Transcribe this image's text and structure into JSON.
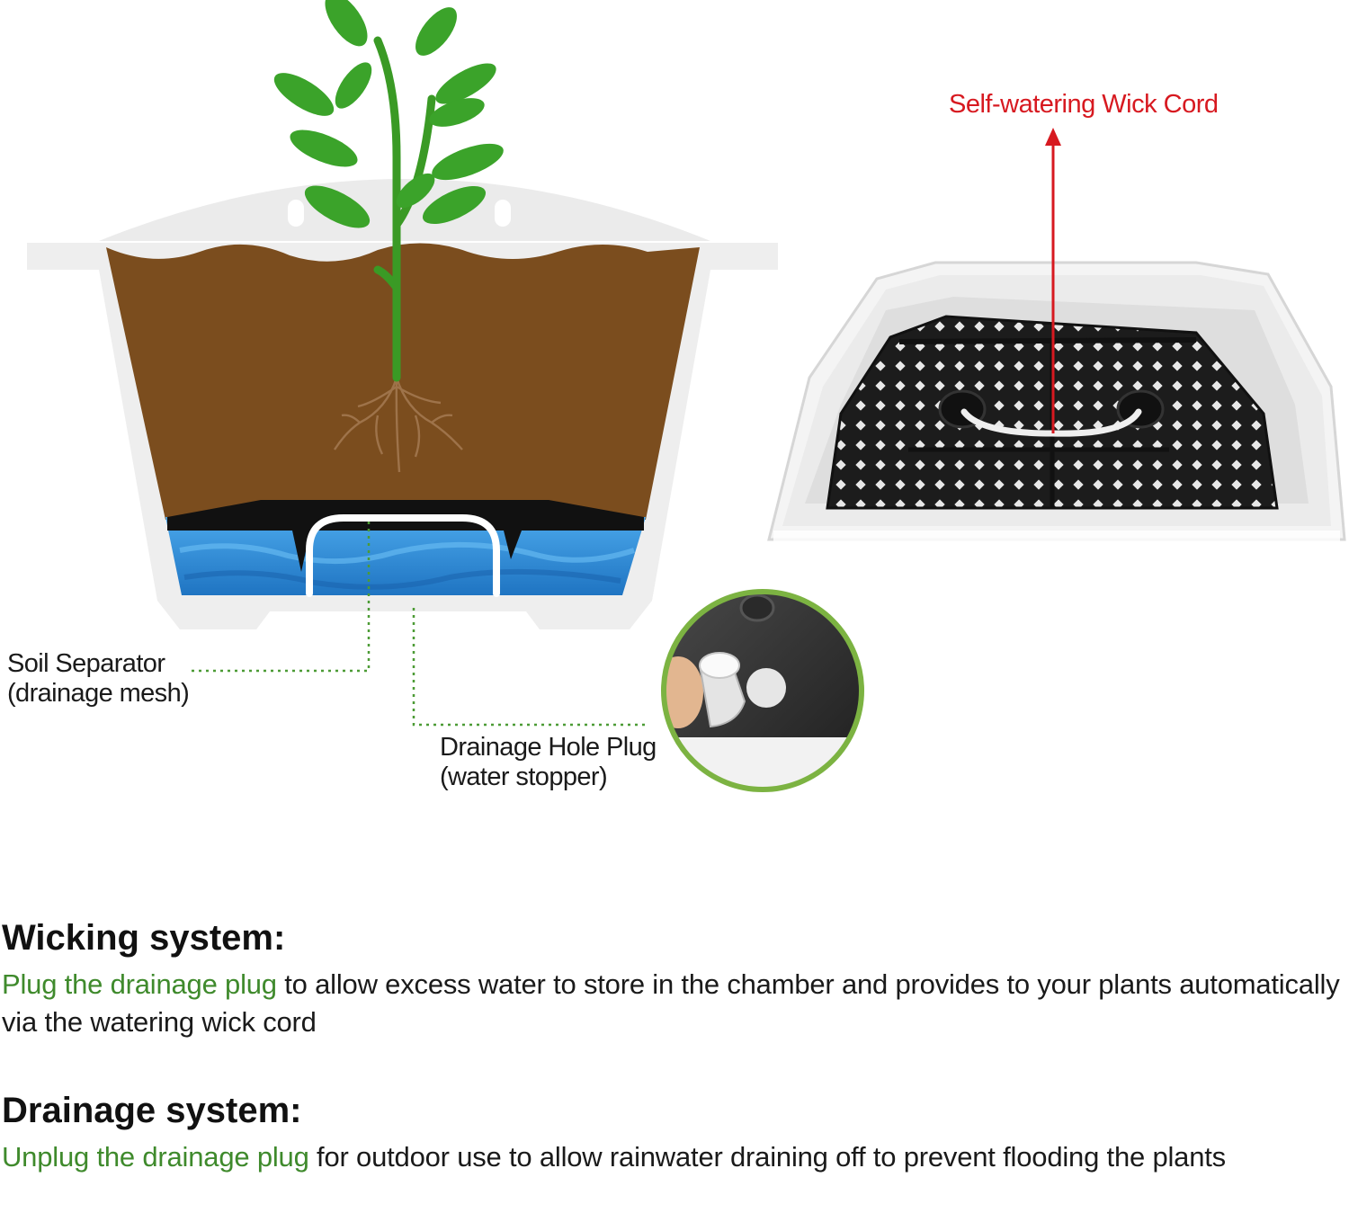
{
  "labels": {
    "wick_cord": "Self-watering Wick Cord",
    "soil_separator_line1": "Soil Separator",
    "soil_separator_line2": "(drainage mesh)",
    "drain_plug_line1": "Drainage Hole Plug",
    "drain_plug_line2": "(water stopper)"
  },
  "wicking": {
    "heading": "Wicking system:",
    "highlight": "Plug the drainage plug",
    "rest": " to allow excess water to store in the chamber and provides to your plants automatically via the watering wick cord"
  },
  "drainage": {
    "heading": "Drainage system:",
    "highlight": "Unplug the drainage plug",
    "rest": " for outdoor use to allow rainwater draining off to prevent flooding the plants"
  },
  "colors": {
    "highlight_green": "#3f8a2c",
    "wick_label_red": "#d71920",
    "soil_brown": "#7b4d1e",
    "water_blue": "#2a8fd8",
    "leaf_green": "#3ba32a",
    "pot_white": "#eeeeee",
    "mesh_black": "#1a1a1a",
    "circle_border_green": "#7cb342"
  }
}
